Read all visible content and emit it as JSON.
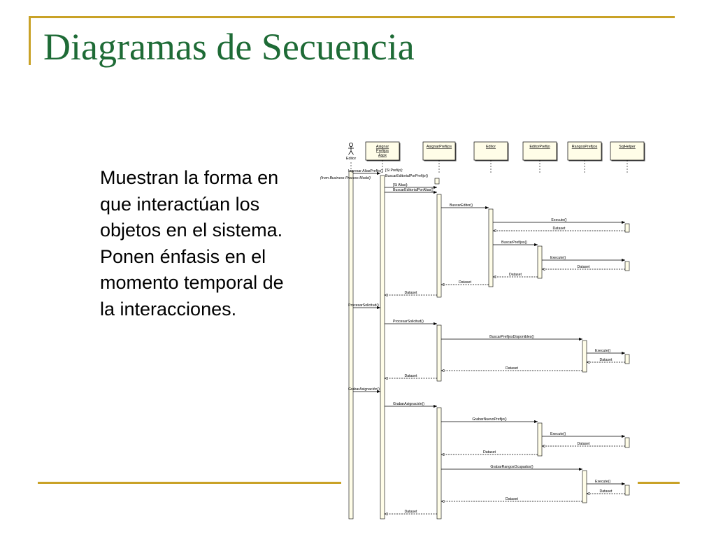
{
  "slide": {
    "title": "Diagramas de Secuencia",
    "body": "Muestran la forma en que interactúan los objetos en el sistema. Ponen énfasis en el momento temporal de la interacciones."
  },
  "theme": {
    "title_color": "#1e6b36",
    "accent": "#c9a227"
  },
  "sequence": {
    "actor": {
      "name": "Editor",
      "icon": "stick-figure-icon"
    },
    "participants": [
      {
        "id": "aspx",
        "lines": [
          "Asignar",
          "Prefijos",
          "Aspx"
        ]
      },
      {
        "id": "asignar",
        "lines": [
          "AsignarPrefijos"
        ]
      },
      {
        "id": "editor",
        "lines": [
          "Editor"
        ]
      },
      {
        "id": "editorprefijo",
        "lines": [
          "EditorPrefijo"
        ]
      },
      {
        "id": "rangos",
        "lines": [
          "RangosPrefijos"
        ]
      },
      {
        "id": "sql",
        "lines": [
          "SqlHelper"
        ]
      }
    ],
    "messages": [
      {
        "from": "actor",
        "to": "aspx",
        "label": "Ingresar AliasPrefijo()",
        "return": false
      },
      {
        "from": "actor",
        "to": "aspx",
        "label": "(from Business Process Model)",
        "return": false,
        "note": true
      },
      {
        "from": "aspx",
        "to": "aspx",
        "label": "[Si Prefijo]:",
        "return": false,
        "self": true
      },
      {
        "from": "aspx",
        "to": "aspx",
        "label": "BuscarEditorialPorPrefijo()",
        "return": false,
        "self": true
      },
      {
        "from": "aspx",
        "to": "asignar",
        "label": "[Si Alias]:",
        "return": false
      },
      {
        "from": "aspx",
        "to": "asignar",
        "label": "BuscarEditorialPorAlias()",
        "return": false
      },
      {
        "from": "asignar",
        "to": "editor",
        "label": "BuscarEditor()",
        "return": false
      },
      {
        "from": "editor",
        "to": "sql",
        "label": "Execute()",
        "return": false
      },
      {
        "from": "sql",
        "to": "editor",
        "label": "Dataset",
        "return": true
      },
      {
        "from": "editor",
        "to": "editorprefijo",
        "label": "BuscarPrefijos()",
        "return": false
      },
      {
        "from": "editorprefijo",
        "to": "sql",
        "label": "Execute()",
        "return": false
      },
      {
        "from": "sql",
        "to": "editorprefijo",
        "label": "Dataset",
        "return": true
      },
      {
        "from": "editorprefijo",
        "to": "editor",
        "label": "Dataset",
        "return": true
      },
      {
        "from": "editor",
        "to": "asignar",
        "label": "Dataset",
        "return": true
      },
      {
        "from": "asignar",
        "to": "aspx",
        "label": "Dataset",
        "return": true
      },
      {
        "from": "actor",
        "to": "aspx",
        "label": "ProcesarSolicitud()",
        "return": false
      },
      {
        "from": "aspx",
        "to": "asignar",
        "label": "ProcesarSolicitud()",
        "return": false
      },
      {
        "from": "asignar",
        "to": "rangos",
        "label": "BuscarPrefijosDisponibles()",
        "return": false
      },
      {
        "from": "rangos",
        "to": "sql",
        "label": "Execute()",
        "return": false
      },
      {
        "from": "sql",
        "to": "rangos",
        "label": "Dataset",
        "return": true
      },
      {
        "from": "rangos",
        "to": "asignar",
        "label": "Dataset",
        "return": true
      },
      {
        "from": "asignar",
        "to": "aspx",
        "label": "Dataset",
        "return": true
      },
      {
        "from": "actor",
        "to": "aspx",
        "label": "GrabarAsignación()",
        "return": false
      },
      {
        "from": "aspx",
        "to": "asignar",
        "label": "GrabarAsignación()",
        "return": false
      },
      {
        "from": "asignar",
        "to": "editorprefijo",
        "label": "GrabarNuevoPrefijo()",
        "return": false
      },
      {
        "from": "editorprefijo",
        "to": "sql",
        "label": "Execute()",
        "return": false
      },
      {
        "from": "sql",
        "to": "editorprefijo",
        "label": "Dataset",
        "return": true
      },
      {
        "from": "editorprefijo",
        "to": "asignar",
        "label": "Dataset",
        "return": true
      },
      {
        "from": "asignar",
        "to": "rangos",
        "label": "GrabarRangosOcupados()",
        "return": false
      },
      {
        "from": "rangos",
        "to": "sql",
        "label": "Execute()",
        "return": false
      },
      {
        "from": "sql",
        "to": "rangos",
        "label": "Dataset",
        "return": true
      },
      {
        "from": "rangos",
        "to": "asignar",
        "label": "Dataset",
        "return": true
      },
      {
        "from": "asignar",
        "to": "aspx",
        "label": "Dataset",
        "return": true
      }
    ]
  }
}
